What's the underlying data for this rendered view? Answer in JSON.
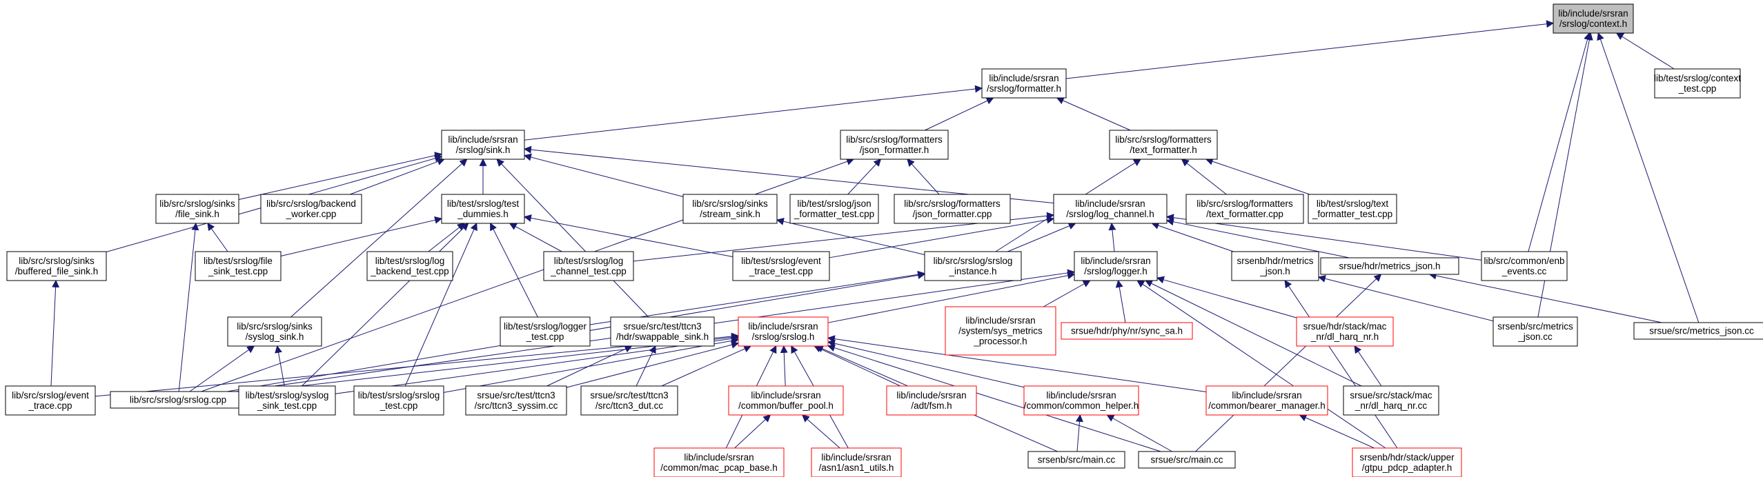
{
  "graph": {
    "nodes": [
      {
        "id": "n0",
        "lines": [
          "lib/include/srsran",
          "/srslog/context.h"
        ],
        "style": "root"
      },
      {
        "id": "n1",
        "lines": [
          "lib/include/srsran",
          "/srslog/formatter.h"
        ],
        "style": "normal"
      },
      {
        "id": "n2",
        "lines": [
          "lib/test/srslog/context",
          "_test.cpp"
        ],
        "style": "normal"
      },
      {
        "id": "n3",
        "lines": [
          "lib/include/srsran",
          "/srslog/sink.h"
        ],
        "style": "normal"
      },
      {
        "id": "n4",
        "lines": [
          "lib/src/srslog/formatters",
          "/json_formatter.h"
        ],
        "style": "normal"
      },
      {
        "id": "n5",
        "lines": [
          "lib/src/srslog/formatters",
          "/text_formatter.h"
        ],
        "style": "normal"
      },
      {
        "id": "n6",
        "lines": [
          "lib/src/srslog/sinks",
          "/file_sink.h"
        ],
        "style": "normal"
      },
      {
        "id": "n7",
        "lines": [
          "lib/src/srslog/backend",
          "_worker.cpp"
        ],
        "style": "normal"
      },
      {
        "id": "n8",
        "lines": [
          "lib/test/srslog/test",
          "_dummies.h"
        ],
        "style": "normal"
      },
      {
        "id": "n9",
        "lines": [
          "lib/src/srslog/sinks",
          "/stream_sink.h"
        ],
        "style": "normal"
      },
      {
        "id": "n10",
        "lines": [
          "lib/test/srslog/json",
          "_formatter_test.cpp"
        ],
        "style": "normal"
      },
      {
        "id": "n11",
        "lines": [
          "lib/src/srslog/formatters",
          "/json_formatter.cpp"
        ],
        "style": "normal"
      },
      {
        "id": "n12",
        "lines": [
          "lib/include/srsran",
          "/srslog/log_channel.h"
        ],
        "style": "normal"
      },
      {
        "id": "n13",
        "lines": [
          "lib/src/srslog/formatters",
          "/text_formatter.cpp"
        ],
        "style": "normal"
      },
      {
        "id": "n14",
        "lines": [
          "lib/test/srslog/text",
          "_formatter_test.cpp"
        ],
        "style": "normal"
      },
      {
        "id": "n15",
        "lines": [
          "lib/src/srslog/sinks",
          "/buffered_file_sink.h"
        ],
        "style": "normal"
      },
      {
        "id": "n16",
        "lines": [
          "lib/test/srslog/file",
          "_sink_test.cpp"
        ],
        "style": "normal"
      },
      {
        "id": "n17",
        "lines": [
          "lib/test/srslog/log",
          "_backend_test.cpp"
        ],
        "style": "normal"
      },
      {
        "id": "n18",
        "lines": [
          "lib/test/srslog/log",
          "_channel_test.cpp"
        ],
        "style": "normal"
      },
      {
        "id": "n19",
        "lines": [
          "lib/test/srslog/event",
          "_trace_test.cpp"
        ],
        "style": "normal"
      },
      {
        "id": "n20",
        "lines": [
          "lib/src/srslog/srslog",
          "_instance.h"
        ],
        "style": "normal"
      },
      {
        "id": "n21",
        "lines": [
          "lib/include/srsran",
          "/srslog/logger.h"
        ],
        "style": "normal"
      },
      {
        "id": "n22",
        "lines": [
          "srsenb/hdr/metrics",
          "_json.h"
        ],
        "style": "normal"
      },
      {
        "id": "n23",
        "lines": [
          "srsue/hdr/metrics_json.h"
        ],
        "style": "normal"
      },
      {
        "id": "n24",
        "lines": [
          "lib/src/common/enb",
          "_events.cc"
        ],
        "style": "normal"
      },
      {
        "id": "n25",
        "lines": [
          "lib/src/srslog/sinks",
          "/syslog_sink.h"
        ],
        "style": "normal"
      },
      {
        "id": "n26",
        "lines": [
          "lib/test/srslog/logger",
          "_test.cpp"
        ],
        "style": "normal"
      },
      {
        "id": "n27",
        "lines": [
          "srsue/src/test/ttcn3",
          "/hdr/swappable_sink.h"
        ],
        "style": "normal"
      },
      {
        "id": "n28",
        "lines": [
          "lib/include/srsran",
          "/srslog/srslog.h"
        ],
        "style": "red"
      },
      {
        "id": "n29",
        "lines": [
          "lib/include/srsran",
          "/system/sys_metrics",
          "_processor.h"
        ],
        "style": "red"
      },
      {
        "id": "n30",
        "lines": [
          "srsue/hdr/phy/nr/sync_sa.h"
        ],
        "style": "red"
      },
      {
        "id": "n31",
        "lines": [
          "srsue/hdr/stack/mac",
          "_nr/dl_harq_nr.h"
        ],
        "style": "red"
      },
      {
        "id": "n32",
        "lines": [
          "srsenb/src/metrics",
          "_json.cc"
        ],
        "style": "normal"
      },
      {
        "id": "n33",
        "lines": [
          "srsue/src/metrics_json.cc"
        ],
        "style": "normal"
      },
      {
        "id": "n34",
        "lines": [
          "lib/src/srslog/event",
          "_trace.cpp"
        ],
        "style": "normal"
      },
      {
        "id": "n35",
        "lines": [
          "lib/src/srslog/srslog.cpp"
        ],
        "style": "normal"
      },
      {
        "id": "n36",
        "lines": [
          "lib/test/srslog/syslog",
          "_sink_test.cpp"
        ],
        "style": "normal"
      },
      {
        "id": "n37",
        "lines": [
          "lib/test/srslog/srslog",
          "_test.cpp"
        ],
        "style": "normal"
      },
      {
        "id": "n38",
        "lines": [
          "srsue/src/test/ttcn3",
          "/src/ttcn3_syssim.cc"
        ],
        "style": "normal"
      },
      {
        "id": "n39",
        "lines": [
          "srsue/src/test/ttcn3",
          "/src/ttcn3_dut.cc"
        ],
        "style": "normal"
      },
      {
        "id": "n40",
        "lines": [
          "lib/include/srsran",
          "/common/buffer_pool.h"
        ],
        "style": "red"
      },
      {
        "id": "n41",
        "lines": [
          "lib/include/srsran",
          "/adt/fsm.h"
        ],
        "style": "red"
      },
      {
        "id": "n42",
        "lines": [
          "lib/include/srsran",
          "/common/common_helper.h"
        ],
        "style": "red"
      },
      {
        "id": "n43",
        "lines": [
          "lib/include/srsran",
          "/common/bearer_manager.h"
        ],
        "style": "red"
      },
      {
        "id": "n44",
        "lines": [
          "srsue/src/stack/mac",
          "_nr/dl_harq_nr.cc"
        ],
        "style": "normal"
      },
      {
        "id": "n45",
        "lines": [
          "lib/include/srsran",
          "/common/mac_pcap_base.h"
        ],
        "style": "red"
      },
      {
        "id": "n46",
        "lines": [
          "lib/include/srsran",
          "/asn1/asn1_utils.h"
        ],
        "style": "red"
      },
      {
        "id": "n47",
        "lines": [
          "srsenb/src/main.cc"
        ],
        "style": "normal"
      },
      {
        "id": "n48",
        "lines": [
          "srsue/src/main.cc"
        ],
        "style": "normal"
      },
      {
        "id": "n49",
        "lines": [
          "srsenb/hdr/stack/upper",
          "/gtpu_pdcp_adapter.h"
        ],
        "style": "red"
      }
    ],
    "edges": [
      [
        "n1",
        "n0"
      ],
      [
        "n2",
        "n0"
      ],
      [
        "n24",
        "n0"
      ],
      [
        "n32",
        "n0"
      ],
      [
        "n33",
        "n0"
      ],
      [
        "n3",
        "n1"
      ],
      [
        "n4",
        "n1"
      ],
      [
        "n5",
        "n1"
      ],
      [
        "n6",
        "n3"
      ],
      [
        "n7",
        "n3"
      ],
      [
        "n8",
        "n3"
      ],
      [
        "n9",
        "n3"
      ],
      [
        "n12",
        "n3"
      ],
      [
        "n15",
        "n3"
      ],
      [
        "n25",
        "n3"
      ],
      [
        "n27",
        "n3"
      ],
      [
        "n10",
        "n4"
      ],
      [
        "n11",
        "n4"
      ],
      [
        "n35",
        "n4"
      ],
      [
        "n13",
        "n5"
      ],
      [
        "n14",
        "n5"
      ],
      [
        "n20",
        "n5"
      ],
      [
        "n16",
        "n6"
      ],
      [
        "n35",
        "n6"
      ],
      [
        "n16",
        "n8"
      ],
      [
        "n17",
        "n8"
      ],
      [
        "n18",
        "n8"
      ],
      [
        "n19",
        "n8"
      ],
      [
        "n26",
        "n8"
      ],
      [
        "n36",
        "n8"
      ],
      [
        "n37",
        "n8"
      ],
      [
        "n20",
        "n9"
      ],
      [
        "n18",
        "n12"
      ],
      [
        "n19",
        "n12"
      ],
      [
        "n20",
        "n12"
      ],
      [
        "n21",
        "n12"
      ],
      [
        "n22",
        "n12"
      ],
      [
        "n23",
        "n12"
      ],
      [
        "n24",
        "n12"
      ],
      [
        "n34",
        "n15"
      ],
      [
        "n26",
        "n20"
      ],
      [
        "n35",
        "n20"
      ],
      [
        "n28",
        "n21"
      ],
      [
        "n29",
        "n21"
      ],
      [
        "n30",
        "n21"
      ],
      [
        "n31",
        "n21"
      ],
      [
        "n44",
        "n21"
      ],
      [
        "n49",
        "n21"
      ],
      [
        "n35",
        "n21"
      ],
      [
        "n32",
        "n22"
      ],
      [
        "n49",
        "n22"
      ],
      [
        "n33",
        "n23"
      ],
      [
        "n48",
        "n23"
      ],
      [
        "n35",
        "n25"
      ],
      [
        "n36",
        "n25"
      ],
      [
        "n38",
        "n27"
      ],
      [
        "n39",
        "n27"
      ],
      [
        "n34",
        "n28"
      ],
      [
        "n35",
        "n28"
      ],
      [
        "n36",
        "n28"
      ],
      [
        "n37",
        "n28"
      ],
      [
        "n38",
        "n28"
      ],
      [
        "n39",
        "n28"
      ],
      [
        "n40",
        "n28"
      ],
      [
        "n41",
        "n28"
      ],
      [
        "n42",
        "n28"
      ],
      [
        "n43",
        "n28"
      ],
      [
        "n45",
        "n28"
      ],
      [
        "n46",
        "n28"
      ],
      [
        "n47",
        "n28"
      ],
      [
        "n48",
        "n28"
      ],
      [
        "n44",
        "n31"
      ],
      [
        "n45",
        "n40"
      ],
      [
        "n46",
        "n40"
      ],
      [
        "n47",
        "n42"
      ],
      [
        "n48",
        "n42"
      ],
      [
        "n49",
        "n43"
      ]
    ]
  }
}
